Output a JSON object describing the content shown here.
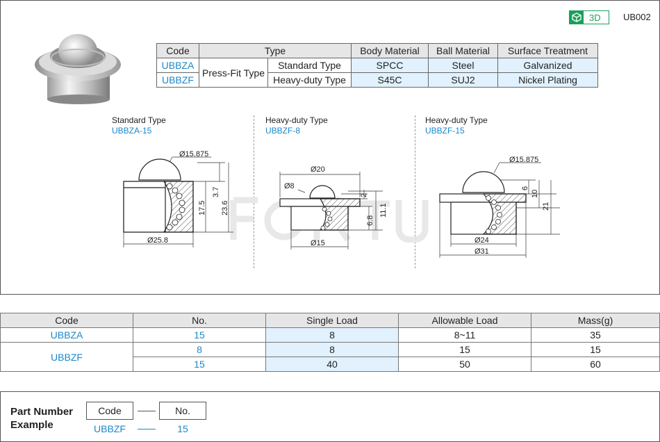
{
  "header": {
    "badge_label": "3D",
    "product_code": "UB002"
  },
  "main_table": {
    "headers": [
      "Code",
      "Type",
      "Body Material",
      "Ball Material",
      "Surface Treatment"
    ],
    "mount_type": "Press-Fit Type",
    "rows": [
      {
        "code": "UBBZA",
        "type": "Standard Type",
        "body": "SPCC",
        "ball": "Steel",
        "surface": "Galvanized"
      },
      {
        "code": "UBBZF",
        "type": "Heavy-duty Type",
        "body": "S45C",
        "ball": "SUJ2",
        "surface": "Nickel Plating"
      }
    ]
  },
  "drawings": [
    {
      "title": "Standard Type",
      "code": "UBBZA-15",
      "dims": [
        "Ø15.875",
        "3.7",
        "23.6",
        "17.5",
        "Ø25.8"
      ]
    },
    {
      "title": "Heavy-duty Type",
      "code": "UBBZF-8",
      "dims": [
        "Ø20",
        "Ø8",
        "2",
        "11.1",
        "6.8",
        "Ø15"
      ]
    },
    {
      "title": "Heavy-duty Type",
      "code": "UBBZF-15",
      "dims": [
        "Ø15.875",
        "6",
        "10",
        "21",
        "Ø24",
        "Ø31"
      ]
    }
  ],
  "spec_table": {
    "headers": [
      "Code",
      "No.",
      "Single Load",
      "Allowable Load",
      "Mass(g)"
    ],
    "rows": [
      {
        "code": "UBBZA",
        "no": "15",
        "single": "8",
        "allowable": "8~11",
        "mass": "35"
      },
      {
        "code": "UBBZF",
        "no": "8",
        "single": "8",
        "allowable": "15",
        "mass": "15"
      },
      {
        "code": "",
        "no": "15",
        "single": "40",
        "allowable": "50",
        "mass": "60"
      }
    ]
  },
  "example": {
    "title_line1": "Part Number",
    "title_line2": "Example",
    "code_label": "Code",
    "no_label": "No.",
    "code_value": "UBBZF",
    "no_value": "15"
  },
  "colors": {
    "accent": "#1b87c9",
    "green": "#1aa05a",
    "highlight": "#e1f1fd"
  }
}
